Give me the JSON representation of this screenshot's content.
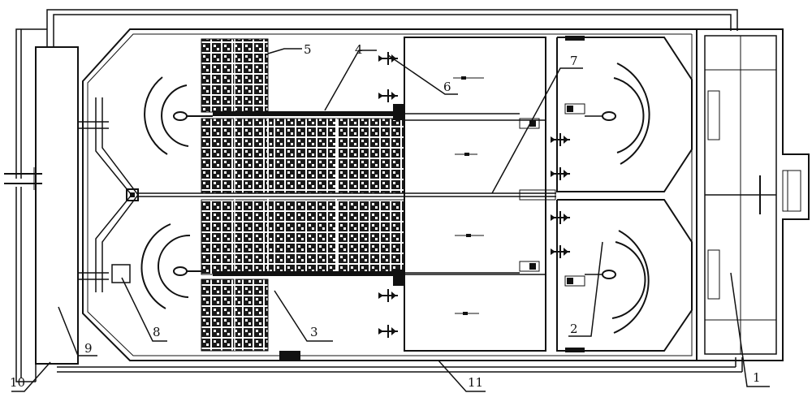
{
  "labels": [
    {
      "id": "1",
      "text": "1"
    },
    {
      "id": "2",
      "text": "2"
    },
    {
      "id": "3",
      "text": "3"
    },
    {
      "id": "4",
      "text": "4"
    },
    {
      "id": "5",
      "text": "5"
    },
    {
      "id": "6",
      "text": "6"
    },
    {
      "id": "7",
      "text": "7"
    },
    {
      "id": "8",
      "text": "8"
    },
    {
      "id": "9",
      "text": "9"
    },
    {
      "id": "10",
      "text": "10"
    },
    {
      "id": "11",
      "text": "11"
    }
  ]
}
